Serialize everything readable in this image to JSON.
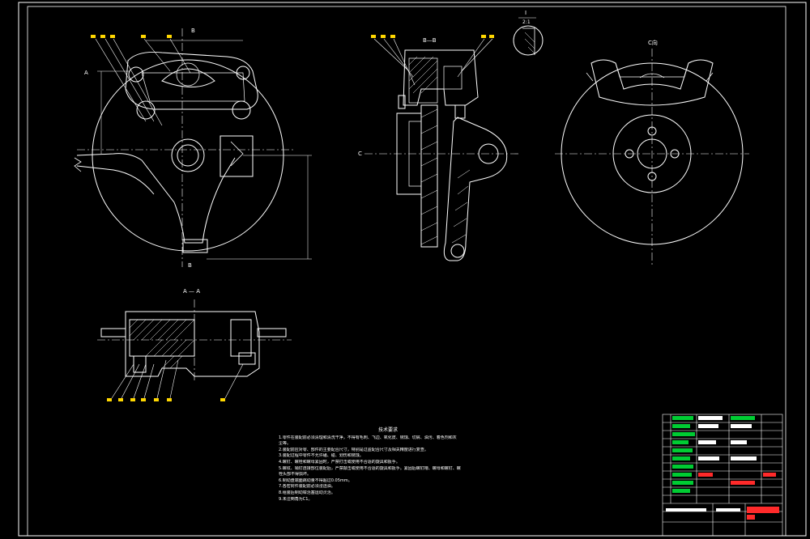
{
  "colors": {
    "background": "#000000",
    "line": "#ffffff",
    "hatch": "#ffffff",
    "balloon": "#ffd700",
    "dimension": "#ffffff",
    "title_green": "#00cc33",
    "title_red": "#ff2a2a"
  },
  "views": {
    "front_section_label": "B",
    "side_section_label": "B—B",
    "detail_label": "I",
    "detail_scale": "2:1",
    "right_view_label": "C向",
    "bottom_section_label": "A — A",
    "left_arrow_label": "A",
    "c_arrow_label": "C"
  },
  "notes": {
    "title": "技术要求",
    "lines": [
      "1.零件在装配前必须清理和清洗干净，不得有毛刺、飞边、氧化皮、锈蚀、切屑、油污、着色剂和灰",
      "  尘等。",
      "2.装配前应对零、部件的主要配合尺寸，特别是过盈配合尺寸及相关精度进行复查。",
      "3.装配过程中零件不允许磕、碰、划伤和锈蚀。",
      "4.螺钉、螺栓和螺母紧固时，严禁打击或使用不合适的旋具和扳手。",
      "5.螺纹、销钉连接部位装配后，严禁敲击或使用不合适的旋具和扳手。紧固后螺钉槽、螺母和螺钉、螺",
      "  栓头部不得损坏。",
      "6.制动盘端面跳动量不得超过0.05mm。",
      "7.各密封件装配前必须浸透油。",
      "8.组装后制动钳活塞运动灵活。",
      "9.未注倒角为C1。"
    ]
  }
}
